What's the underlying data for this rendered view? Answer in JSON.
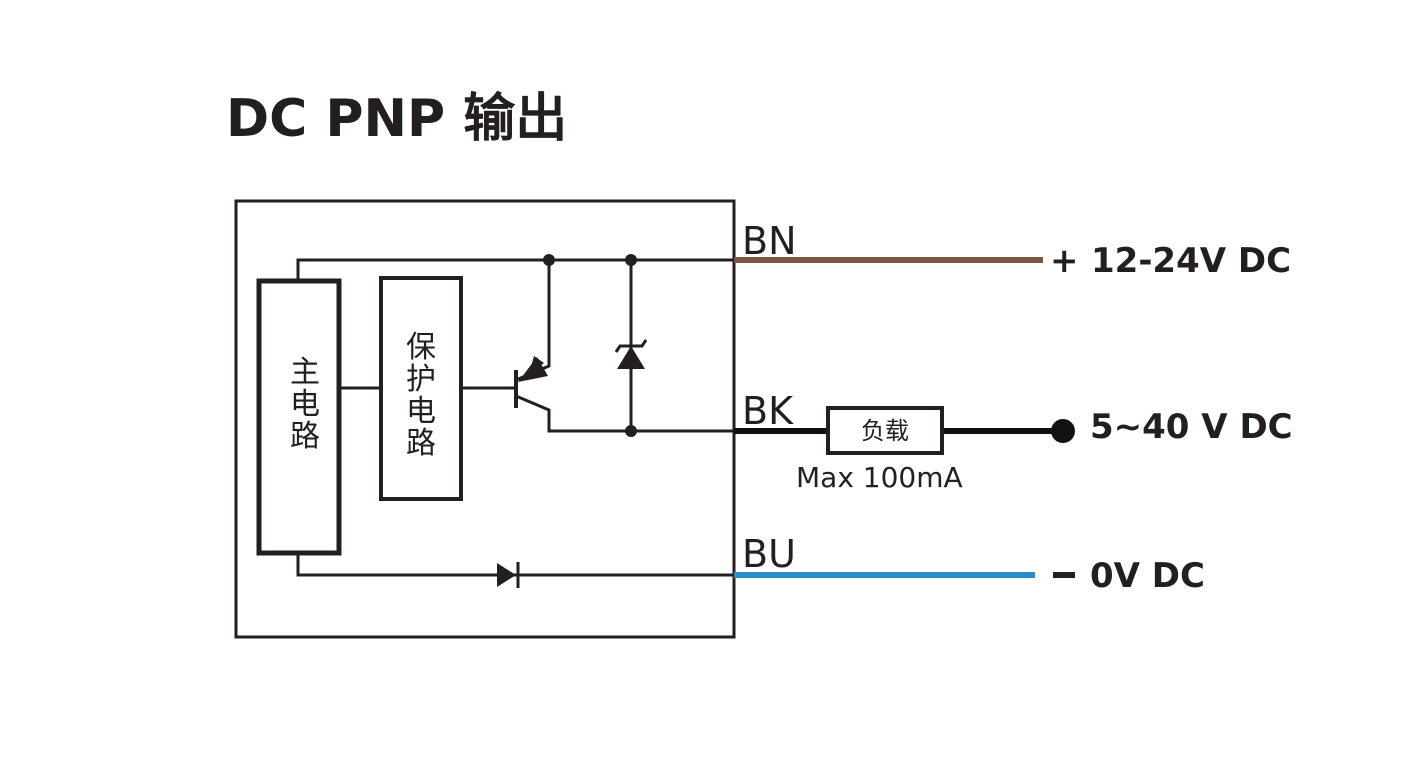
{
  "title": "DC PNP 输出",
  "blocks": {
    "main_circuit": [
      "主",
      "电",
      "路"
    ],
    "protection_circuit": [
      "保",
      "护",
      "电",
      "路"
    ],
    "load": "负载"
  },
  "wires": [
    {
      "id": "BN",
      "label": "BN",
      "color": "#7a5541",
      "supply_sign": "+",
      "supply_text": "12-24V DC"
    },
    {
      "id": "BK",
      "label": "BK",
      "color": "#111111",
      "supply_sign": "",
      "supply_text": "5~40 V DC"
    },
    {
      "id": "BU",
      "label": "BU",
      "color": "#2e8bc8",
      "supply_sign": "–",
      "supply_text": "0V DC"
    }
  ],
  "load_rating": "Max 100mA",
  "colors": {
    "line": "#231f20",
    "brown": "#7a5541",
    "blue": "#2e8bc8"
  }
}
